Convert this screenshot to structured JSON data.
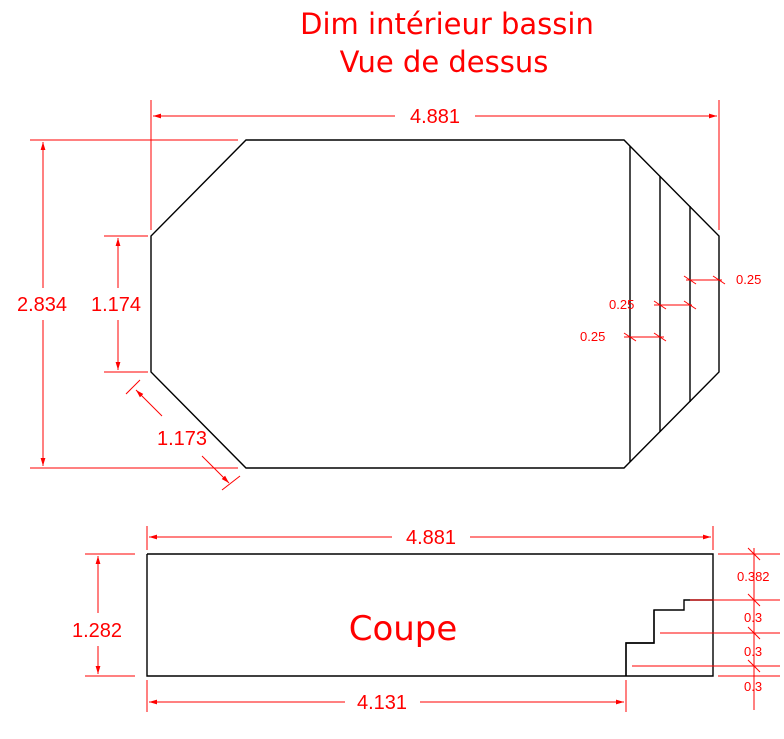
{
  "title": {
    "line1": "Dim intérieur bassin",
    "line2": "Vue de dessus"
  },
  "top_view": {
    "length": "4.881",
    "width": "2.834",
    "end_side": "1.174",
    "chamfer": "1.173",
    "step_widths": [
      "0.25",
      "0.25",
      "0.25"
    ]
  },
  "section": {
    "label": "Coupe",
    "length": "4.881",
    "depth": "1.282",
    "floor_length": "4.131",
    "top_step_offset": "0.382",
    "step_heights": [
      "0.3",
      "0.3",
      "0.3"
    ]
  },
  "colors": {
    "annotation": "#ff0000",
    "geometry": "#000000"
  }
}
